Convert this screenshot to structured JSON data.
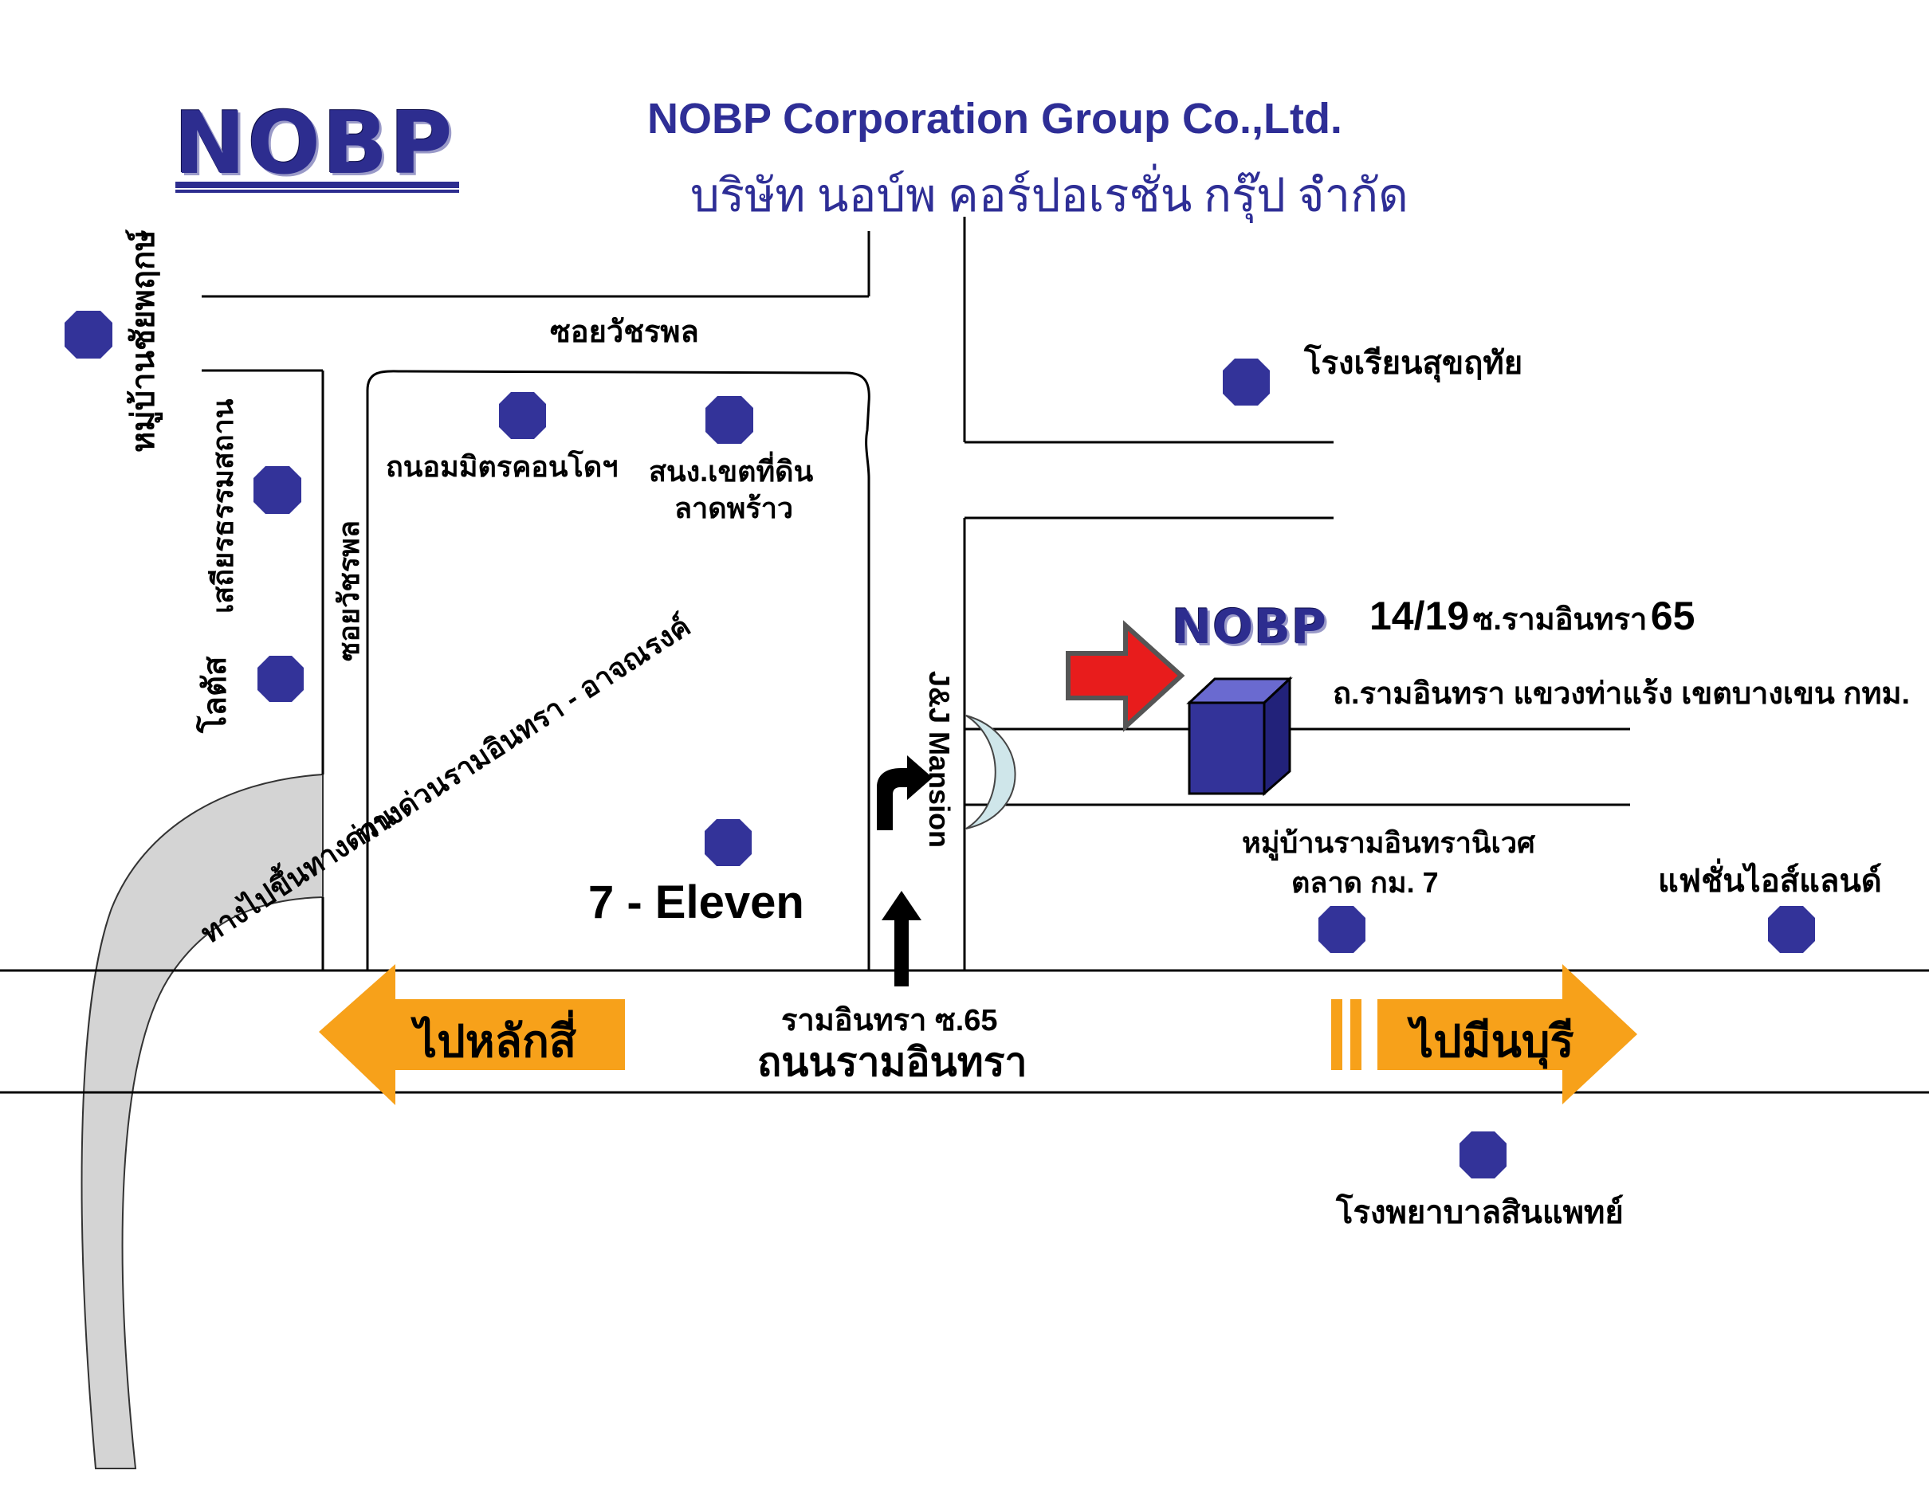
{
  "header": {
    "logo_text": "NOBP",
    "company_name_en": "NOBP Corporation Group Co.,Ltd.",
    "company_name_th": "บริษัท นอบ์พ คอร์ปอเรชั่น กรุ๊ป จำกัด"
  },
  "roads": {
    "soi_watcharaphon_top": "ซอยวัชรพล",
    "soi_watcharaphon_vertical": "ซอยวัชรพล",
    "expressway_diag": "ทางด่วนรามอินทรา - อาจณรงค์",
    "ramp": "ทางไปขึ้นทางด่วน",
    "main_road_soi": "รามอินทรา ซ.65",
    "main_road": "ถนนรามอินทรา",
    "jj_mansion": "J&J Mansion"
  },
  "directions": {
    "left": "ไปหลักสี่",
    "right": "ไปมีนบุรี"
  },
  "landmarks": {
    "moo_ban_chaiyaphruek": "หมู่บ้านชัยพฤกษ์",
    "setthiyan": "เสถียรธรรมสถาน",
    "lotus": "โลตัส",
    "thanom_condo": "ถนอมมิตรคอนโดฯ",
    "land_office_l1": "สนง.เขตที่ดิน",
    "land_office_l2": "ลาดพร้าว",
    "school": "โรงเรียนสุขฤทัย",
    "seven_eleven": "7 - Eleven",
    "village_l1": "หมู่บ้านรามอินทรานิเวศ",
    "village_l2": "ตลาด กม. 7",
    "fashion_island": "แฟชั่นไอส์แลนด์",
    "hospital": "โรงพยาบาลสินแพทย์"
  },
  "office": {
    "logo_text": "NOBP",
    "address_number": "14/19",
    "address_soi": "ซ.รามอินทรา",
    "address_soi_no": "65",
    "address_line2": "ถ.รามอินทรา แขวงท่าแร้ง เขตบางเขน กทม."
  },
  "colors": {
    "landmark": "#333399",
    "building": "#333399",
    "direction_arrow": "#f7a11a",
    "pointer_arrow": "#e81c1c",
    "ramp_fill": "#d4d4d4",
    "moon": "#cfe6ea",
    "logo": "#2d2d8f"
  }
}
